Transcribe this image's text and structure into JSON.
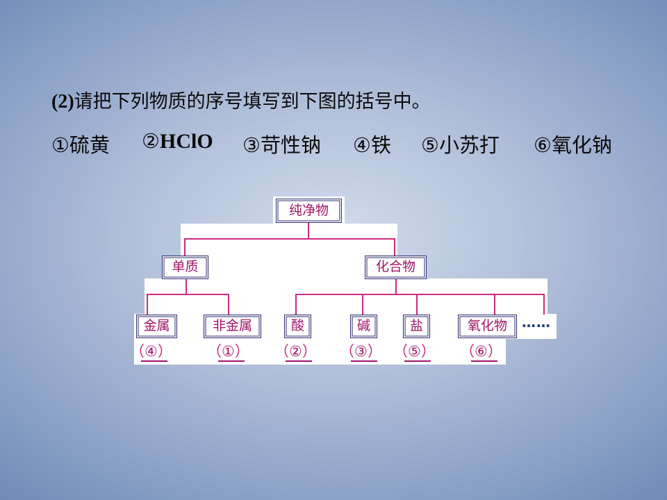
{
  "question": {
    "number": "(2)",
    "text": "请把下列物质的序号填写到下图的括号中。"
  },
  "items": [
    {
      "mark": "①",
      "name": "硫黄"
    },
    {
      "mark": "②",
      "name": "HClO"
    },
    {
      "mark": "③",
      "name": "苛性钠"
    },
    {
      "mark": "④",
      "name": "铁"
    },
    {
      "mark": "⑤",
      "name": "小苏打"
    },
    {
      "mark": "⑥",
      "name": "氧化钠"
    }
  ],
  "diagram": {
    "root": "纯净物",
    "level2": [
      "单质",
      "化合物"
    ],
    "leaves": [
      "金属",
      "非金属",
      "酸",
      "碱",
      "盐",
      "氧化物"
    ],
    "more": "……",
    "answers": [
      {
        "open": "（",
        "value": "④",
        "close": "）"
      },
      {
        "open": "（",
        "value": "①",
        "close": "）"
      },
      {
        "open": "（",
        "value": "②",
        "close": "）"
      },
      {
        "open": "（",
        "value": "③",
        "close": "）"
      },
      {
        "open": "（",
        "value": "⑤",
        "close": "）"
      },
      {
        "open": "（",
        "value": "⑥",
        "close": "）"
      }
    ]
  }
}
